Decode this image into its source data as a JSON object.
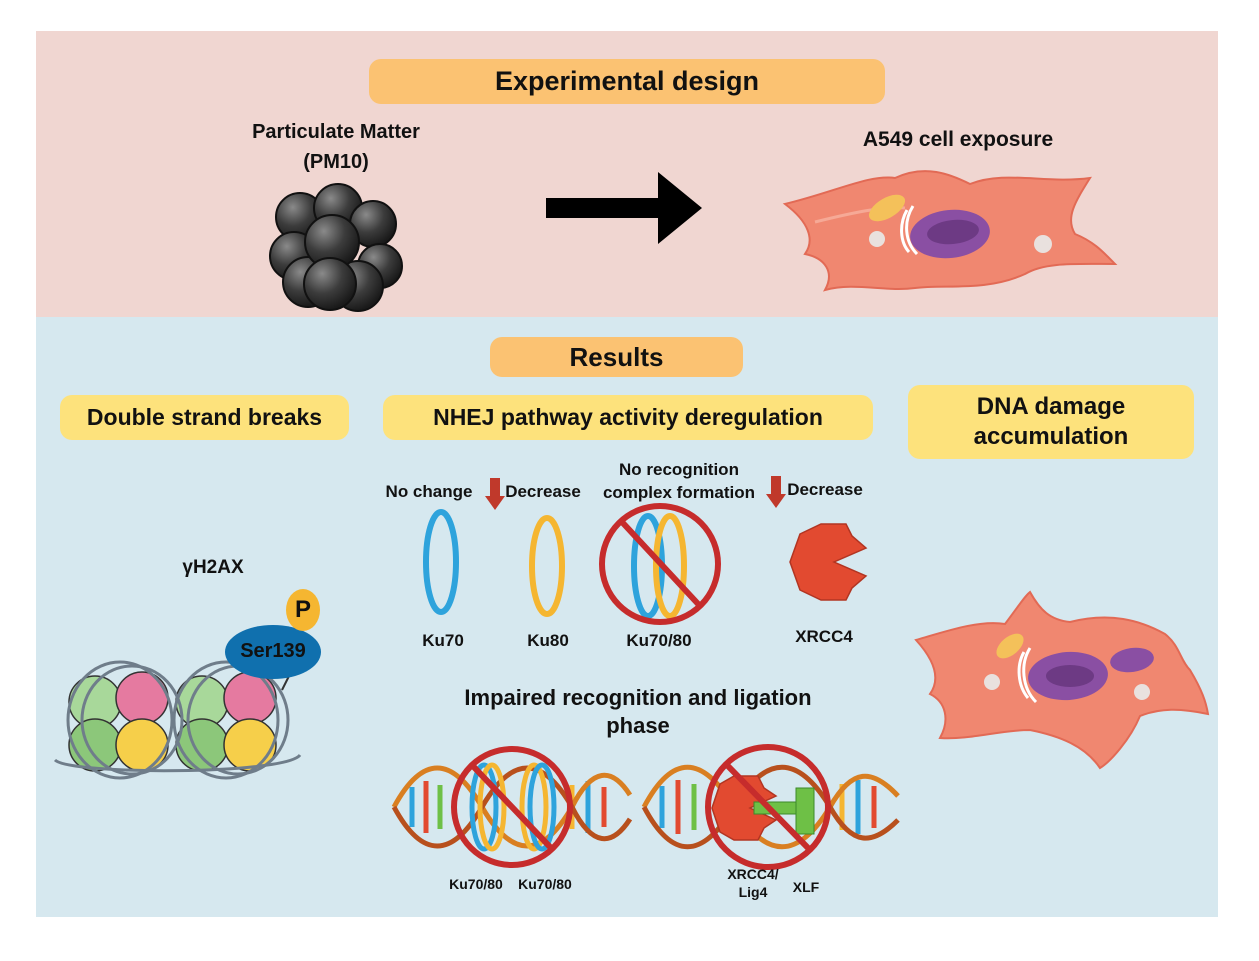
{
  "top": {
    "title": "Experimental design",
    "pm_label_line1": "Particulate Matter",
    "pm_label_line2": "(PM10)",
    "cell_label": "A549 cell exposure"
  },
  "bottom": {
    "title": "Results",
    "dsb_title": "Double strand breaks",
    "nhej_title": "NHEJ pathway activity deregulation",
    "accum_title": "DNA damage accumulation",
    "h2ax_label": "γH2AX",
    "phospho": "P",
    "ser_label": "Ser139",
    "no_change": "No change",
    "decrease_1": "Decrease",
    "no_recognition_line1": "No recognition",
    "no_recognition_line2": "complex formation",
    "decrease_2": "Decrease",
    "ku70": "Ku70",
    "ku80": "Ku80",
    "ku7080": "Ku70/80",
    "xrcc4": "XRCC4",
    "impaired": "Impaired recognition and ligation phase",
    "dna_ku_a": "Ku70/80",
    "dna_ku_b": "Ku70/80",
    "xrcc4_lig4": "XRCC4/ Lig4",
    "xlf": "XLF"
  },
  "colors": {
    "top_bg": "#f0d6d1",
    "bottom_bg": "#d6e8ef",
    "title_pill": "#fbc272",
    "section_pill": "#fde27c",
    "ku70": "#2ea3dc",
    "ku80": "#f5b631",
    "xrcc4": "#e24a30",
    "prohibit": "#c62c2c",
    "decrease_arrow": "#c0392b",
    "ser139": "#0f6fa8",
    "xlf": "#6ec046"
  }
}
